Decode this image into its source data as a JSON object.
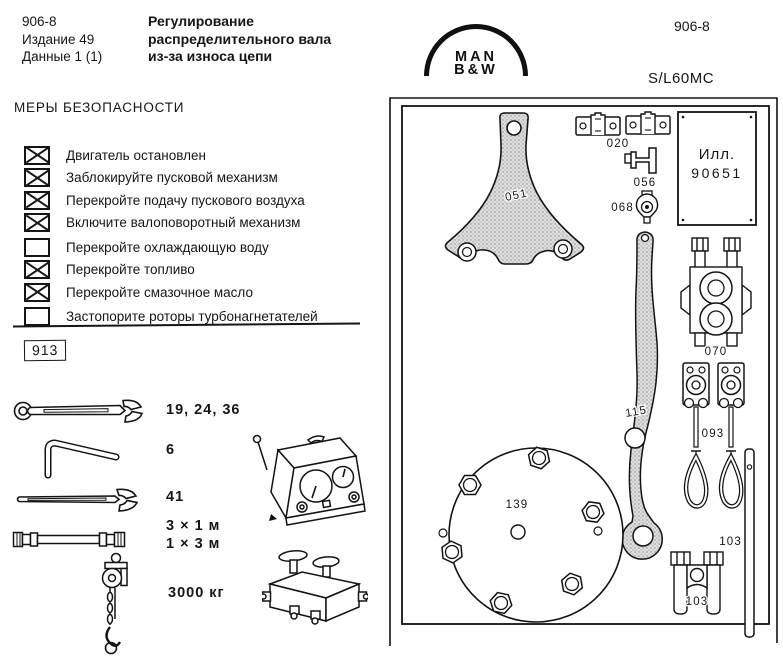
{
  "page": {
    "doc_ref": "906-8",
    "edition": "Издание 49",
    "data_sheet": "Данные 1 (1)",
    "title_line1": "Регулирование",
    "title_line2": "распределительного вала",
    "title_line3": "из-за износа цепи",
    "logo_line1": "MAN",
    "logo_line2": "B&W",
    "page_ref": "906-8",
    "engine_type": "S/L60MC"
  },
  "safety": {
    "heading": "МЕРЫ БЕЗОПАСНОСТИ",
    "items": [
      {
        "label": "Двигатель остановлен",
        "checked": true
      },
      {
        "label": "Заблокируйте пусковой механизм",
        "checked": true
      },
      {
        "label": "Перекройте подачу пускового воздуха",
        "checked": true
      },
      {
        "label": "Включите валоповоротный механизм",
        "checked": true
      },
      {
        "label": "Перекройте охлаждающую воду",
        "checked": false
      },
      {
        "label": "Перекройте топливо",
        "checked": true
      },
      {
        "label": "Перекройте смазочное масло",
        "checked": true
      },
      {
        "label": "Застопорите роторы турбонагнетателей",
        "checked": false
      }
    ]
  },
  "procedure_ref": "913",
  "tools": {
    "wrench_sizes": "19, 24, 36",
    "hex_key_size": "6",
    "open_wrench_size": "41",
    "hose_line1": "3 × 1 м",
    "hose_line2": "1 × 3 м",
    "hoist_capacity": "3000 кг"
  },
  "diagram": {
    "illustration_line1": "Илл.",
    "illustration_line2": "90651",
    "parts": {
      "p020": "020",
      "p051": "051",
      "p056": "056",
      "p068": "068",
      "p070": "070",
      "p093": "093",
      "p103_rod": "103",
      "p103_clamp": "103",
      "p115": "115",
      "p139": "139"
    }
  }
}
